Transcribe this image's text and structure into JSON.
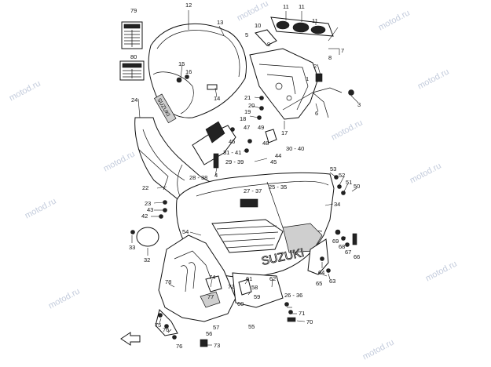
{
  "watermark_text": "motod.ru",
  "brand_text": "SUZUKI",
  "callouts": {
    "c79": "79",
    "c80": "80",
    "c12": "12",
    "c13": "13",
    "c11a": "11",
    "c11b": "11",
    "c11c": "11",
    "c10": "10",
    "c5": "5",
    "c9": "9",
    "c7": "7",
    "c8": "8",
    "c2": "2",
    "c1": "1",
    "c3": "3",
    "c6": "6",
    "c15": "15",
    "c16": "16",
    "c14": "14",
    "c24": "24",
    "c21": "21",
    "c20": "20",
    "c19": "19",
    "c18": "18",
    "c17": "17",
    "c47": "47",
    "c49": "49",
    "c48": "48",
    "c46": "46",
    "c3141": "31 - 41",
    "c30_40": "30 - 40",
    "c44": "44",
    "c45": "45",
    "c2939": "29 - 39",
    "c4": "4",
    "c2838": "28 - 38",
    "c2737": "27 - 37",
    "c2535": "25 - 35",
    "c53": "53",
    "c52": "52",
    "c51": "51",
    "c50": "50",
    "c22": "22",
    "c23": "23",
    "c43": "43",
    "c42": "42",
    "c34": "34",
    "c54": "54",
    "c33": "33",
    "c32": "32",
    "c69": "69",
    "c68": "68",
    "c67": "67",
    "c66": "66",
    "c64": "64",
    "c63": "63",
    "c78": "78",
    "c74": "74",
    "c61": "61",
    "c62": "62",
    "c65": "65",
    "c72": "72",
    "c58": "58",
    "c59": "59",
    "c60": "60",
    "c77": "77",
    "c2636": "26 - 36",
    "c57": "57",
    "c56": "56",
    "c75": "75",
    "c76a": "76",
    "c76b": "76",
    "c71": "71",
    "c70": "70",
    "c55": "55",
    "c73": "73"
  }
}
